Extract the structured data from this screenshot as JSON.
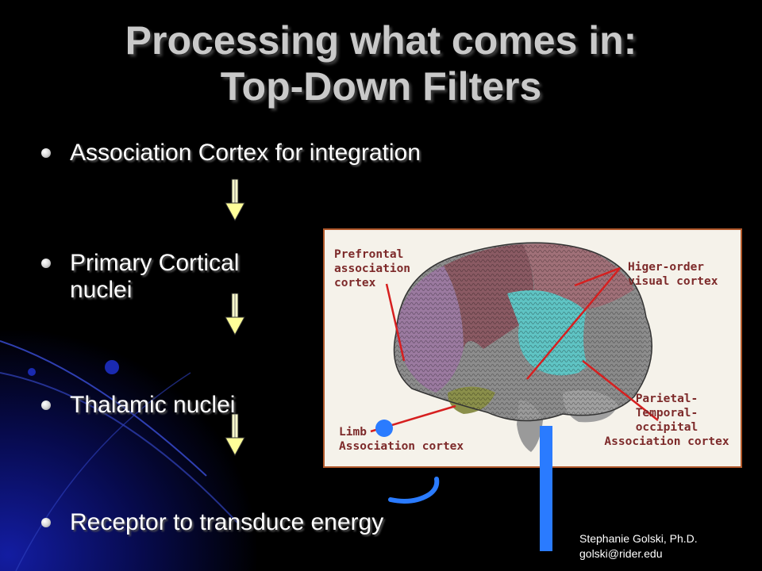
{
  "slide": {
    "title_line1": "Processing what comes in:",
    "title_line2": "Top-Down Filters",
    "bullets": [
      "Association Cortex for integration",
      "Primary Cortical",
      "nuclei",
      "Thalamic nuclei",
      "Receptor to transduce energy"
    ],
    "figure": {
      "labels": {
        "prefrontal": "Prefrontal\nassociation\ncortex",
        "higher_order": "Higer-order\nvisual cortex",
        "parietal": "Parietal-\nTemporal-\noccipital\nAssociation cortex",
        "limbic": "Limb\nAssociation cortex"
      }
    },
    "credit_name": "Stephanie Golski, Ph.D.",
    "credit_email": "golski@rider.edu"
  },
  "colors": {
    "background": "#000000",
    "title": "#c9c9c9",
    "text": "#ffffff",
    "arrow_fill": "#ffff99",
    "annotation_blue": "#2a7bff",
    "figure_border": "#b0582a"
  }
}
